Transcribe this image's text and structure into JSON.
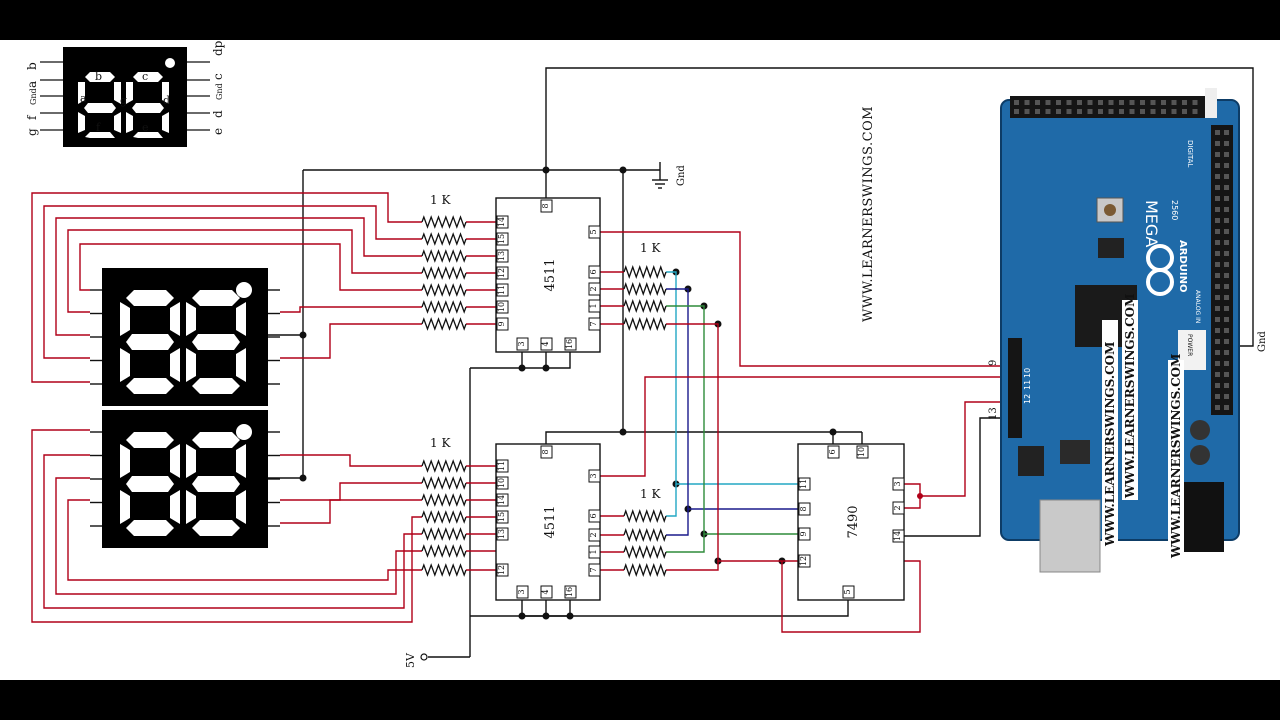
{
  "legend": {
    "pins_left": [
      "b",
      "a",
      "Gnd",
      "f",
      "g"
    ],
    "pins_right": [
      "dp",
      "c",
      "Gnd",
      "d",
      "e"
    ],
    "segments": [
      "a",
      "b",
      "c",
      "d",
      "e",
      "f",
      "g"
    ]
  },
  "ic_upper": {
    "name": "4511",
    "left_pins": [
      "14",
      "15",
      "13",
      "12",
      "11",
      "10",
      "9"
    ],
    "right_pins": [
      "5",
      "6",
      "2",
      "1",
      "7"
    ],
    "top_pins": [
      "8"
    ],
    "bottom_pins": [
      "3",
      "4",
      "16"
    ]
  },
  "ic_lower": {
    "name": "4511",
    "left_pins": [
      "11",
      "10",
      "14",
      "15",
      "13",
      "12"
    ],
    "right_pins": [
      "3",
      "6",
      "2",
      "1",
      "7"
    ],
    "top_pins": [
      "8"
    ],
    "bottom_pins": [
      "3",
      "4",
      "16"
    ]
  },
  "ic_counter": {
    "name": "7490",
    "left_pins": [
      "11",
      "8",
      "9",
      "12"
    ],
    "right_pins": [
      "3",
      "2",
      "14"
    ],
    "top_pins": [
      "6",
      "10"
    ],
    "bottom_pins": [
      "5"
    ]
  },
  "resistors": {
    "r1": "1 K",
    "r2": "1 K",
    "r3": "1 K",
    "r4": "1 K"
  },
  "labels": {
    "gnd": "Gnd",
    "gnd_right": "Gnd",
    "vcc": "5V",
    "website": "WWW.LEARNERSWINGS.COM"
  },
  "arduino": {
    "pins": [
      "9",
      "10",
      "11",
      "12",
      "13"
    ],
    "board_text": [
      "MEGA",
      "ARDUINO",
      "2560",
      "DIGITAL",
      "POWER",
      "ANALOG IN"
    ],
    "watermarks": [
      "WWW.LEARNERSWINGS.COM",
      "WWW.LEARNERSWINGS.COM",
      "WWW.LEARNERSWINGS.COM"
    ]
  },
  "colors": {
    "red": "#b00018",
    "blue": "#1a1a8c",
    "cyan": "#22a7c4",
    "green": "#2e8b3a",
    "wire": "#111111",
    "board": "#1f6aa8"
  }
}
